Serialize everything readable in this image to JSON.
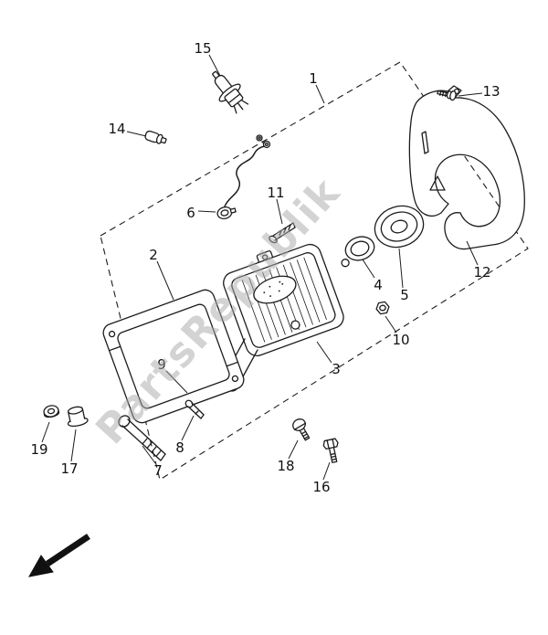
{
  "watermark": {
    "text": "PartsRepublik",
    "color": "#a8a8a8"
  },
  "colors": {
    "line": "#1c1c1c",
    "background": "#ffffff"
  },
  "callouts": [
    {
      "number": "1"
    },
    {
      "number": "2"
    },
    {
      "number": "3"
    },
    {
      "number": "4"
    },
    {
      "number": "5"
    },
    {
      "number": "6"
    },
    {
      "number": "7"
    },
    {
      "number": "8"
    },
    {
      "number": "9"
    },
    {
      "number": "10"
    },
    {
      "number": "11"
    },
    {
      "number": "12"
    },
    {
      "number": "13"
    },
    {
      "number": "14"
    },
    {
      "number": "15"
    },
    {
      "number": "16"
    },
    {
      "number": "17"
    },
    {
      "number": "18"
    },
    {
      "number": "19"
    }
  ]
}
